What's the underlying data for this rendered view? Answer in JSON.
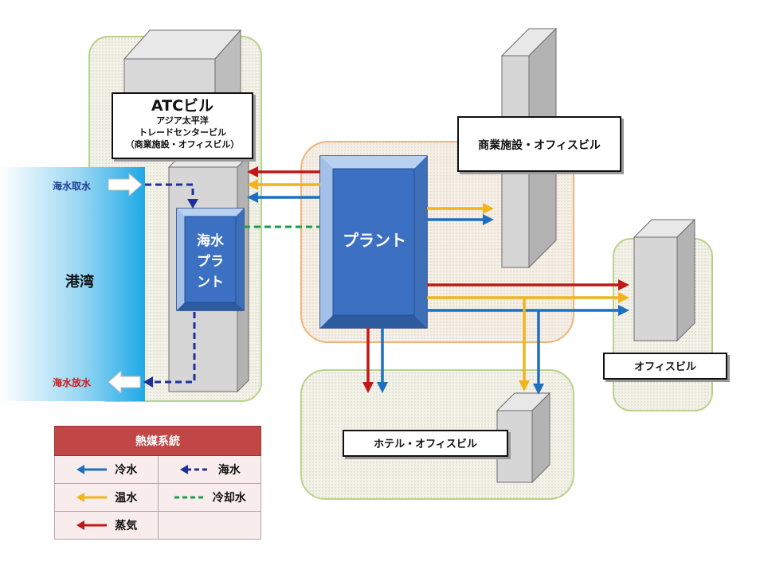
{
  "labels": {
    "atc_title": "ATCビル",
    "atc_line2": "アジア太平洋",
    "atc_line3": "トレードセンタービル",
    "atc_line4": "（商業施設・オフィスビル）",
    "commercial": "商業施設・オフィスビル",
    "office": "オフィスビル",
    "hotel": "ホテル・オフィスビル",
    "plant": "プラント",
    "sea_plant_1": "海水",
    "sea_plant_2": "プラ",
    "sea_plant_3": "ント",
    "bay": "港湾",
    "intake": "海水取水",
    "discharge": "海水放水"
  },
  "legend": {
    "title": "熱媒系統",
    "items": [
      {
        "label": "冷水",
        "color": "#1f6fc0",
        "style": "solid"
      },
      {
        "label": "海水",
        "color": "#1f2f9a",
        "style": "dashed"
      },
      {
        "label": "温水",
        "color": "#f0b41c",
        "style": "solid"
      },
      {
        "label": "冷却水",
        "color": "#1aa04a",
        "style": "dashed"
      },
      {
        "label": "蒸気",
        "color": "#c01818",
        "style": "solid"
      }
    ]
  },
  "colors": {
    "cold_water": "#1f6fc0",
    "sea_water": "#1f2f9a",
    "hot_water": "#f0b41c",
    "cooling_water": "#1aa04a",
    "steam": "#c01818"
  }
}
